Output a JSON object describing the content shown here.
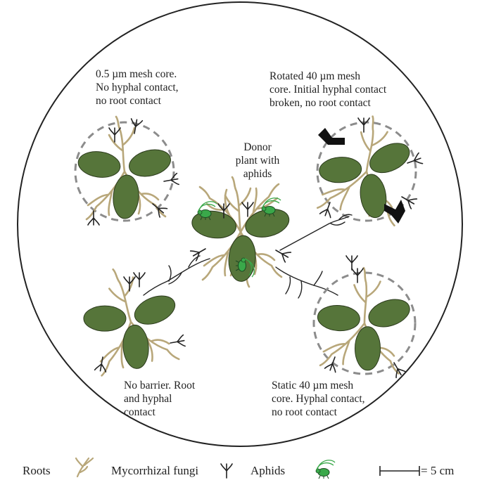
{
  "diagram": {
    "labels": {
      "top_left": [
        "0.5 µm mesh core.",
        "No hyphal contact,",
        "no root contact"
      ],
      "top_right": [
        "Rotated 40 µm mesh",
        "core. Initial hyphal contact",
        "broken, no root contact"
      ],
      "center": [
        "Donor",
        "plant with",
        "aphids"
      ],
      "bottom_left": [
        "No barrier. Root",
        "and hyphal",
        "contact"
      ],
      "bottom_right": [
        "Static 40 µm mesh",
        "core. Hyphal contact,",
        "no root contact"
      ]
    },
    "legend": {
      "roots": "Roots",
      "fungi": "Mycorrhizal fungi",
      "aphids": "Aphids",
      "scale": "= 5 cm"
    },
    "colors": {
      "leaf": "#56753a",
      "root": "#b8a77a",
      "hyphae": "#222222",
      "aphid": "#3aa84a",
      "mesh": "#8c8c8c",
      "arrow": "#111111"
    }
  }
}
